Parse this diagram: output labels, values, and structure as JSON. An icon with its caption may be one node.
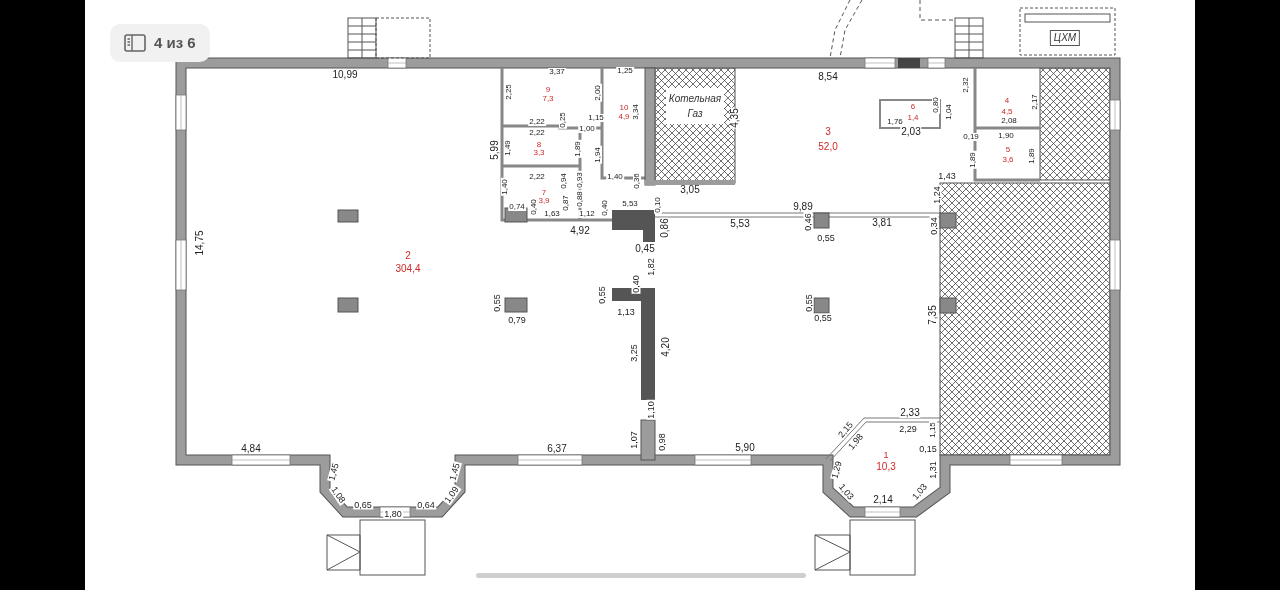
{
  "diagram": {
    "nodes": [
      {
        "text": [
          "Котельная Газ"
        ]
      }
    ],
    "labels": [
      "4 из 6",
      "ЦХМ",
      "10,99",
      "3,37",
      "1,25",
      "8,54",
      "2,32",
      "2,25",
      "9",
      "7,3",
      "2,00",
      "4,35",
      "6",
      "1,4",
      "0,80",
      "1,76",
      "1,04",
      "4",
      "4,5",
      "2,17",
      "10",
      "4,9",
      "3,34",
      "0,25",
      "1,15",
      "2,22",
      "2,08",
      "1,00",
      "2,22",
      "2,03",
      "3",
      "52,0",
      "0,19",
      "1,90",
      "5,99",
      "1,49",
      "8",
      "3,3",
      "1,89",
      "1,94",
      "5",
      "3,6",
      "1,89",
      "1,89",
      "1,43",
      "2,22",
      "1,40",
      "0,36",
      "0,94",
      "0,93",
      "1,40",
      "3,05",
      "7",
      "3,9",
      "1,24",
      "0,88",
      "0,87",
      "0,74",
      "0,40",
      "5,53",
      "0,10",
      "0,40",
      "9,89",
      "1,63",
      "1,12",
      "0,46",
      "3,81",
      "0,34",
      "5,53",
      "0,86",
      "4,92",
      "0,55",
      "14,75",
      "0,45",
      "2",
      "304,4",
      "1,82",
      "0,40",
      "0,55",
      "0,55",
      "0,55",
      "7,35",
      "0,79",
      "1,13",
      "0,55",
      "4,20",
      "3,25",
      "2,33",
      "1,10",
      "2,15",
      "2,29",
      "1,15",
      "1,07",
      "0,98",
      "1,98",
      "4,84",
      "6,37",
      "5,90",
      "0,15",
      "1",
      "10,3",
      "1,45",
      "1,45",
      "1,29",
      "1,31",
      "1,03",
      "1,03",
      "1,08",
      "1,09",
      "2,14",
      "0,65",
      "0,64",
      "1,80"
    ]
  }
}
